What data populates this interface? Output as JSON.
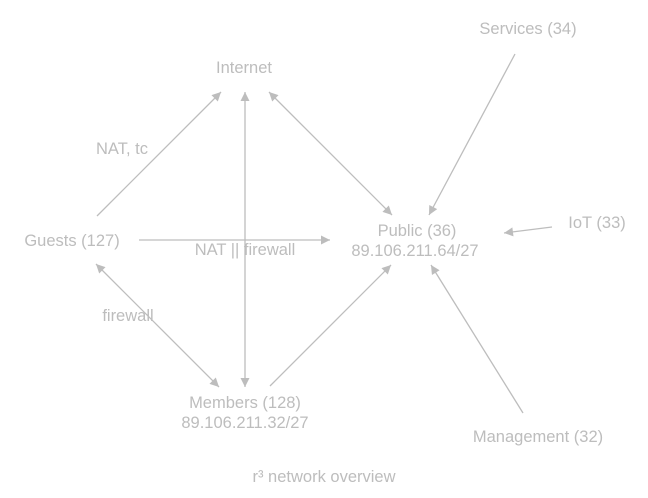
{
  "colors": {
    "text": "#bdbdbd",
    "line": "#bdbdbd",
    "background": "#ffffff"
  },
  "nodes": {
    "internet": {
      "label": "Internet"
    },
    "services": {
      "label": "Services (34)"
    },
    "guests": {
      "label": "Guests (127)"
    },
    "public": {
      "label": "Public (36)",
      "subnet": "89.106.211.64/27"
    },
    "iot": {
      "label": "IoT (33)"
    },
    "members": {
      "label": "Members (128)",
      "subnet": "89.106.211.32/27"
    },
    "management": {
      "label": "Management (32)"
    }
  },
  "edge_labels": {
    "guests_internet": "NAT, tc",
    "guests_public": "NAT || firewall",
    "guests_members": "firewall"
  },
  "caption": "r³ network overview"
}
